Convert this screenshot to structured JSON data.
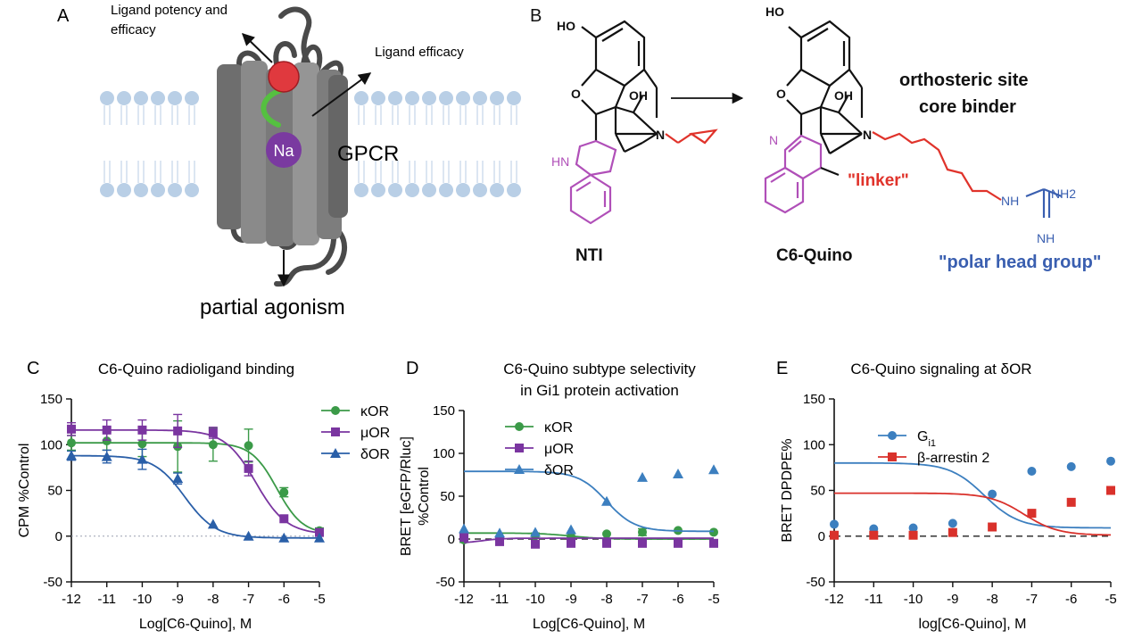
{
  "panels": {
    "a": {
      "letter": "A",
      "potency_label_line1": "Ligand potency and",
      "potency_label_line2": "efficacy",
      "efficacy_label": "Ligand efficacy",
      "ion_label": "Na",
      "receptor_label": "GPCR",
      "caption": "partial agonism"
    },
    "b": {
      "letter": "B",
      "hydroxyl_label": "HO",
      "oh_label": "OH",
      "o_label": "O",
      "n_label": "N",
      "hn_label": "HN",
      "quino_n_label": "N",
      "nti_label": "NTI",
      "c6_label": "C6-Quino",
      "site_label_line1": "orthosteric site",
      "site_label_line2": "core binder",
      "linker_label": "\"linker\"",
      "head_label": "\"polar head group\"",
      "nh_label": "NH",
      "nh2_label": "NH2",
      "nh_bottom_label": "NH",
      "colors": {
        "linker": "#e0332b",
        "head": "#3a5fb0",
        "ring": "#b04fb8"
      }
    }
  },
  "chart_data": [
    {
      "panel": "C",
      "type": "scatter",
      "title": "C6-Quino radioligand binding",
      "xlabel": "Log[C6-Quino], M",
      "ylabel": "CPM %Control",
      "xlim": [
        -12,
        -5
      ],
      "ylim": [
        -50,
        150
      ],
      "xticks": [
        -12,
        -11,
        -10,
        -9,
        -8,
        -7,
        -6,
        -5
      ],
      "yticks": [
        -50,
        0,
        50,
        100,
        150
      ],
      "zero_line": "dotted",
      "legend_position": "top-right",
      "series": [
        {
          "name": "κOR",
          "color": "#3b9a48",
          "marker": "circle",
          "x": [
            -12,
            -11,
            -10,
            -9,
            -8,
            -7,
            -6,
            -5
          ],
          "y": [
            102,
            104,
            101,
            98,
            100,
            99,
            48,
            6
          ],
          "err": [
            8,
            10,
            14,
            28,
            18,
            18,
            5,
            3
          ],
          "fit": {
            "top": 102,
            "bottom": 2,
            "ic50": -6.2,
            "hill": 1.2
          }
        },
        {
          "name": "μOR",
          "color": "#7a35a0",
          "marker": "square",
          "x": [
            -12,
            -11,
            -10,
            -9,
            -8,
            -7,
            -6,
            -5
          ],
          "y": [
            117,
            116,
            116,
            115,
            113,
            74,
            19,
            4
          ],
          "err": [
            7,
            11,
            11,
            18,
            6,
            8,
            2,
            2
          ],
          "fit": {
            "top": 116,
            "bottom": 2,
            "ic50": -6.8,
            "hill": 1.0
          }
        },
        {
          "name": "δOR",
          "color": "#2a5fa8",
          "marker": "triangle",
          "x": [
            -12,
            -11,
            -10,
            -9,
            -8,
            -7,
            -6,
            -5
          ],
          "y": [
            88,
            87,
            84,
            63,
            13,
            0,
            -2,
            -2
          ],
          "err": [
            5,
            7,
            11,
            6,
            2,
            1,
            1,
            1
          ],
          "fit": {
            "top": 88,
            "bottom": -2,
            "ic50": -8.8,
            "hill": 1.0
          }
        }
      ]
    },
    {
      "panel": "D",
      "type": "scatter",
      "title": "C6-Quino subtype selectivity",
      "title_line2": "in Gi1 protein activation",
      "xlabel": "Log[C6-Quino], M",
      "ylabel": "BRET [eGFP/Rluc]",
      "ylabel_line2": "%Control",
      "xlim": [
        -12,
        -5
      ],
      "ylim": [
        -50,
        150
      ],
      "xticks": [
        -12,
        -11,
        -10,
        -9,
        -8,
        -7,
        -6,
        -5
      ],
      "yticks": [
        -50,
        0,
        50,
        100,
        150
      ],
      "zero_line": "dashed",
      "legend_position": "top-left",
      "series": [
        {
          "name": "κOR",
          "color": "#3b9a48",
          "marker": "circle",
          "x": [
            -12,
            -11,
            -10,
            -9,
            -8,
            -7,
            -6,
            -5
          ],
          "y": [
            -1,
            1,
            4,
            3,
            6,
            8,
            10,
            8
          ],
          "err": [
            3,
            2,
            3,
            2,
            2,
            4,
            2,
            2
          ],
          "fit": {
            "top": 7,
            "bottom": 0,
            "ic50": -9.0,
            "hill": 1.0
          }
        },
        {
          "name": "μOR",
          "color": "#7a35a0",
          "marker": "square",
          "x": [
            -12,
            -11,
            -10,
            -9,
            -8,
            -7,
            -6,
            -5
          ],
          "y": [
            2,
            -3,
            -6,
            -5,
            -5,
            -5,
            -5,
            -5
          ],
          "err": [
            2,
            1,
            1,
            1,
            1,
            1,
            1,
            1
          ],
          "fit": {
            "top": -5,
            "bottom": 1,
            "ic50": -11.5,
            "hill": 1.5
          }
        },
        {
          "name": "δOR",
          "color": "#3c7fbf",
          "marker": "triangle",
          "x": [
            -12,
            -11,
            -10,
            -9,
            -8,
            -7,
            -6,
            -5
          ],
          "y": [
            12,
            7,
            8,
            11,
            44,
            72,
            76,
            81
          ],
          "err": [
            1,
            1,
            1,
            1,
            1,
            1,
            1,
            1
          ],
          "fit": {
            "top": 79,
            "bottom": 9,
            "ic50": -8.0,
            "hill": 1.1
          }
        }
      ]
    },
    {
      "panel": "E",
      "type": "scatter",
      "title": "C6-Quino signaling at δOR",
      "xlabel": "log[C6-Quino], M",
      "ylabel": "BRET DPDPE%",
      "xlim": [
        -12,
        -5
      ],
      "ylim": [
        -50,
        150
      ],
      "xticks": [
        -12,
        -11,
        -10,
        -9,
        -8,
        -7,
        -6,
        -5
      ],
      "yticks": [
        -50,
        0,
        50,
        100,
        150
      ],
      "zero_line": "dashed",
      "legend_position": "top-left",
      "series": [
        {
          "name": "G",
          "name_subscript": "i1",
          "color": "#3c7fbf",
          "marker": "circle",
          "x": [
            -12,
            -11,
            -10,
            -9,
            -8,
            -7,
            -6,
            -5
          ],
          "y": [
            13,
            8,
            9,
            14,
            46,
            71,
            76,
            82
          ],
          "fit": {
            "top": 80,
            "bottom": 9,
            "ic50": -8.2,
            "hill": 1.0
          }
        },
        {
          "name": "β-arrestin 2",
          "color": "#d9312b",
          "marker": "square",
          "x": [
            -12,
            -11,
            -10,
            -9,
            -8,
            -7,
            -6,
            -5
          ],
          "y": [
            1,
            1,
            1,
            4,
            10,
            25,
            37,
            50
          ],
          "fit": {
            "top": 47,
            "bottom": 1,
            "ic50": -7.2,
            "hill": 1.0
          }
        }
      ]
    }
  ]
}
